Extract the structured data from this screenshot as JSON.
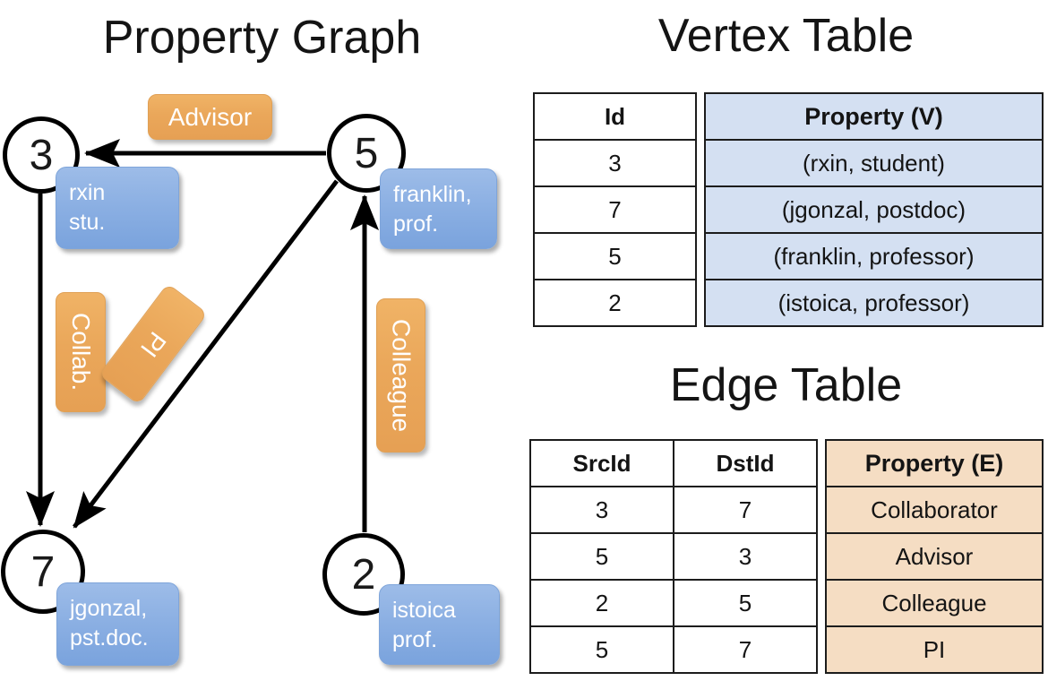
{
  "titles": {
    "property_graph": "Property Graph",
    "vertex_table": "Vertex Table",
    "edge_table": "Edge Table"
  },
  "graph": {
    "vertices": [
      {
        "id": "3",
        "prop_line1": "rxin",
        "prop_line2": "stu."
      },
      {
        "id": "5",
        "prop_line1": "franklin,",
        "prop_line2": "prof."
      },
      {
        "id": "7",
        "prop_line1": "jgonzal,",
        "prop_line2": "pst.doc."
      },
      {
        "id": "2",
        "prop_line1": "istoica",
        "prop_line2": "prof."
      }
    ],
    "edge_labels": {
      "advisor": "Advisor",
      "collab": "Collab.",
      "pi": "PI",
      "colleague": "Colleague"
    }
  },
  "vertex_table": {
    "headers": {
      "id": "Id",
      "property": "Property (V)"
    },
    "rows": [
      {
        "id": "3",
        "property": "(rxin, student)"
      },
      {
        "id": "7",
        "property": "(jgonzal, postdoc)"
      },
      {
        "id": "5",
        "property": "(franklin, professor)"
      },
      {
        "id": "2",
        "property": "(istoica, professor)"
      }
    ]
  },
  "edge_table": {
    "headers": {
      "src": "SrcId",
      "dst": "DstId",
      "property": "Property (E)"
    },
    "rows": [
      {
        "src": "3",
        "dst": "7",
        "property": "Collaborator"
      },
      {
        "src": "5",
        "dst": "3",
        "property": "Advisor"
      },
      {
        "src": "2",
        "dst": "5",
        "property": "Colleague"
      },
      {
        "src": "5",
        "dst": "7",
        "property": "PI"
      }
    ]
  },
  "colors": {
    "vertex_property_fill": "#d4e0f2",
    "edge_property_fill": "#f5ddc3",
    "node_box_blue": "#8cb0e3",
    "edge_label_orange": "#eaa75a",
    "stroke": "#000000",
    "background": "#ffffff"
  }
}
